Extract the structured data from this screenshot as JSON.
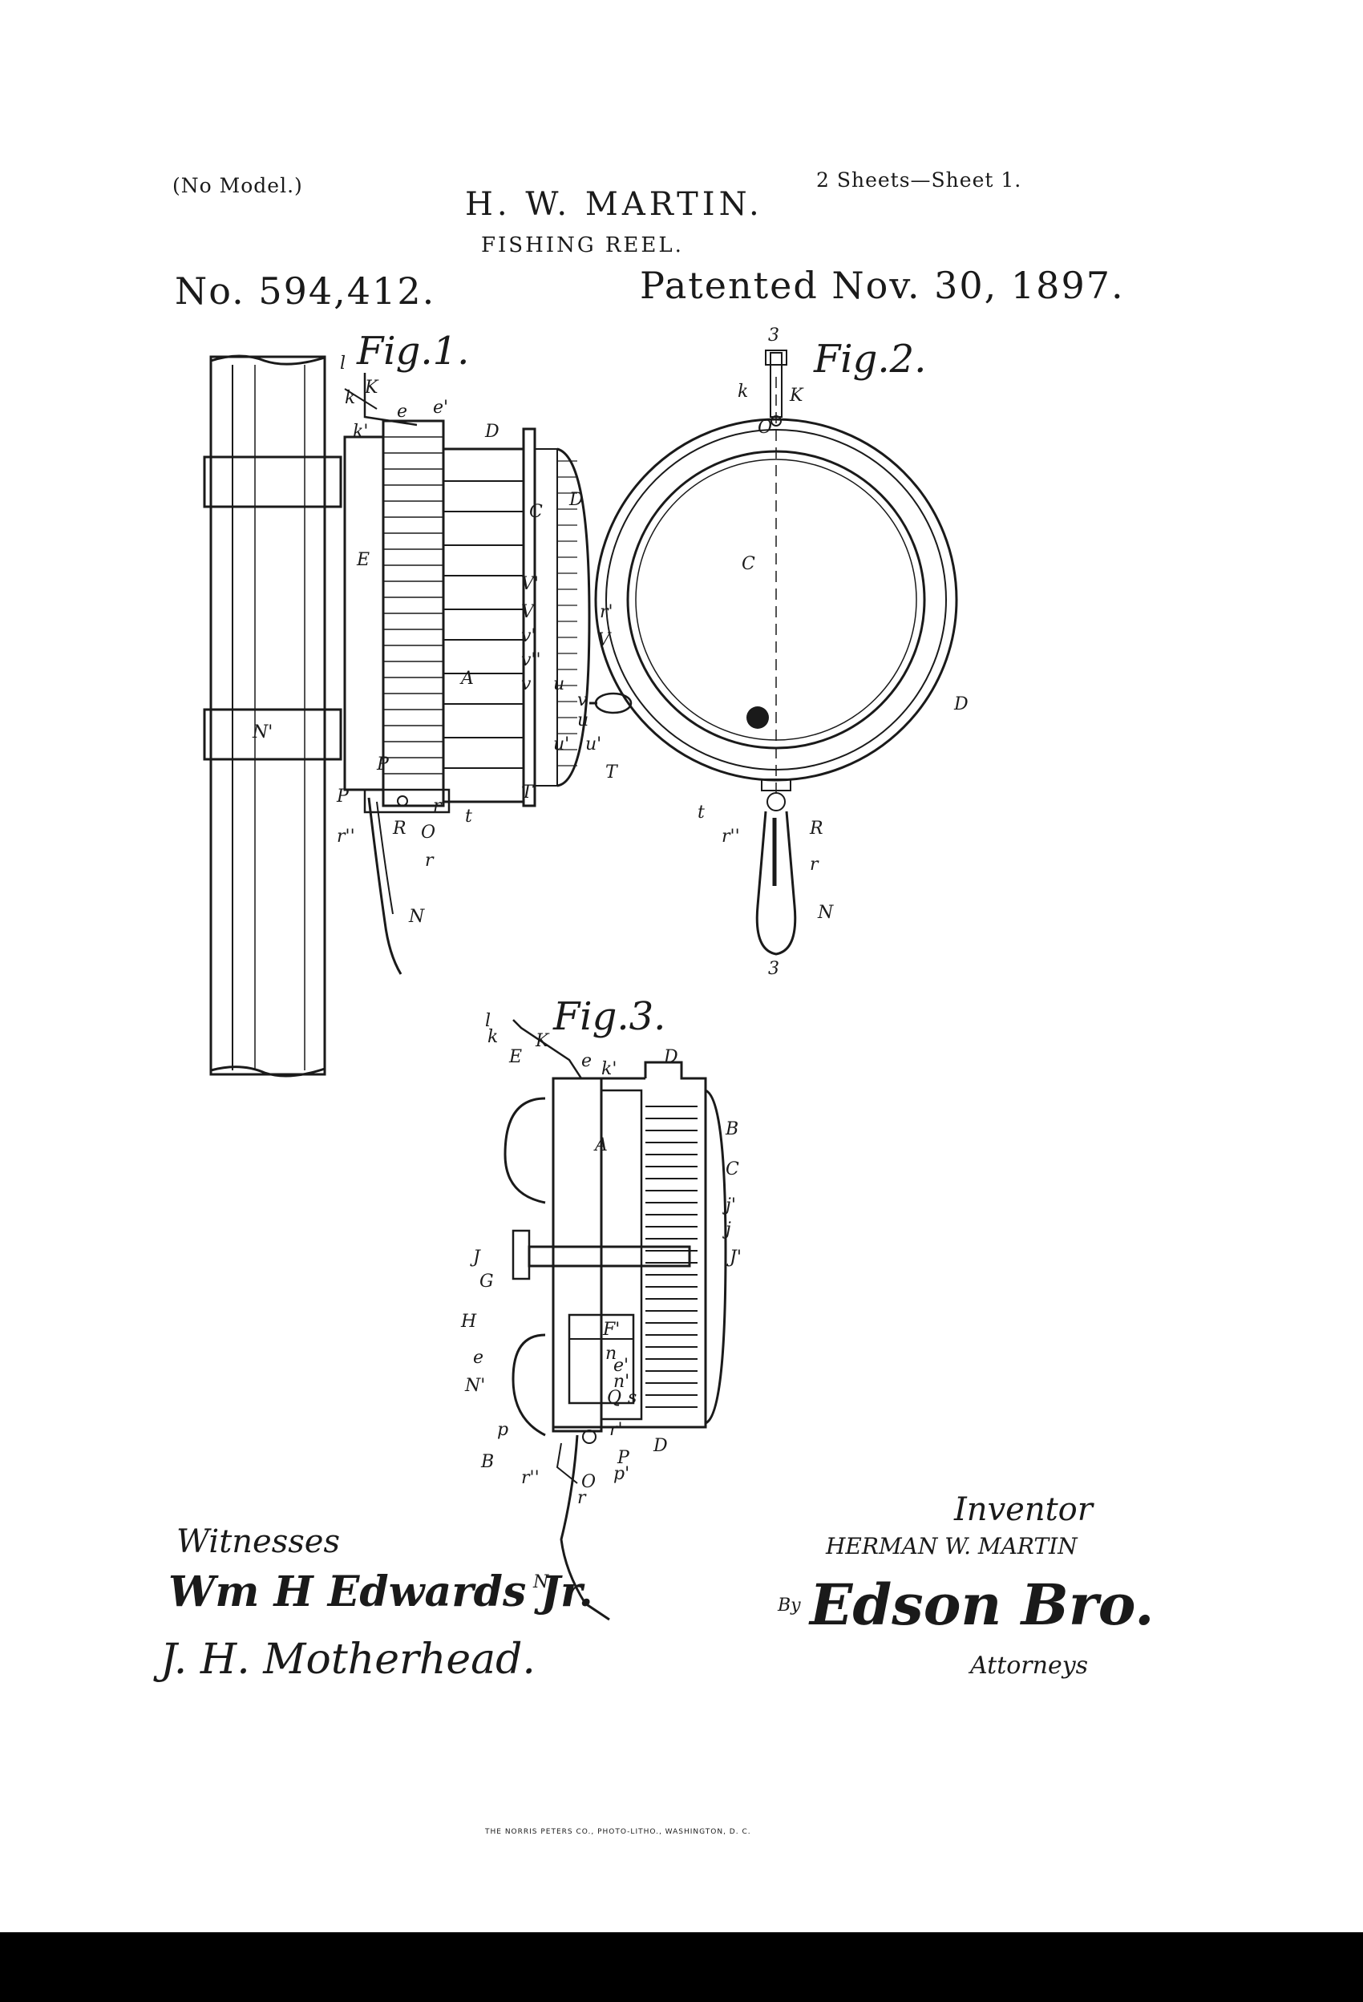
{
  "header": {
    "model_note": "(No Model.)",
    "sheet_note": "2 Sheets—Sheet 1.",
    "inventor_name": "H. W. MARTIN.",
    "title": "FISHING REEL.",
    "patent_number": "No. 594,412.",
    "patent_date": "Patented Nov. 30, 1897."
  },
  "figures": {
    "fig1": "Fig.1.",
    "fig2": "Fig.2.",
    "fig3": "Fig.3."
  },
  "signatures": {
    "witnesses_label": "Witnesses",
    "witness_1": "Wm H Edwards Jr.",
    "witness_2": "J. H. Motherhead.",
    "inventor_label": "Inventor",
    "inventor_signature": "HERMAN W. MARTIN",
    "by_label": "By",
    "attorney_signature": "Edson Bro.",
    "attorneys_label": "Attorneys"
  },
  "footer": {
    "printer": "THE NORRIS PETERS CO., PHOTO-LITHO., WASHINGTON, D. C."
  }
}
